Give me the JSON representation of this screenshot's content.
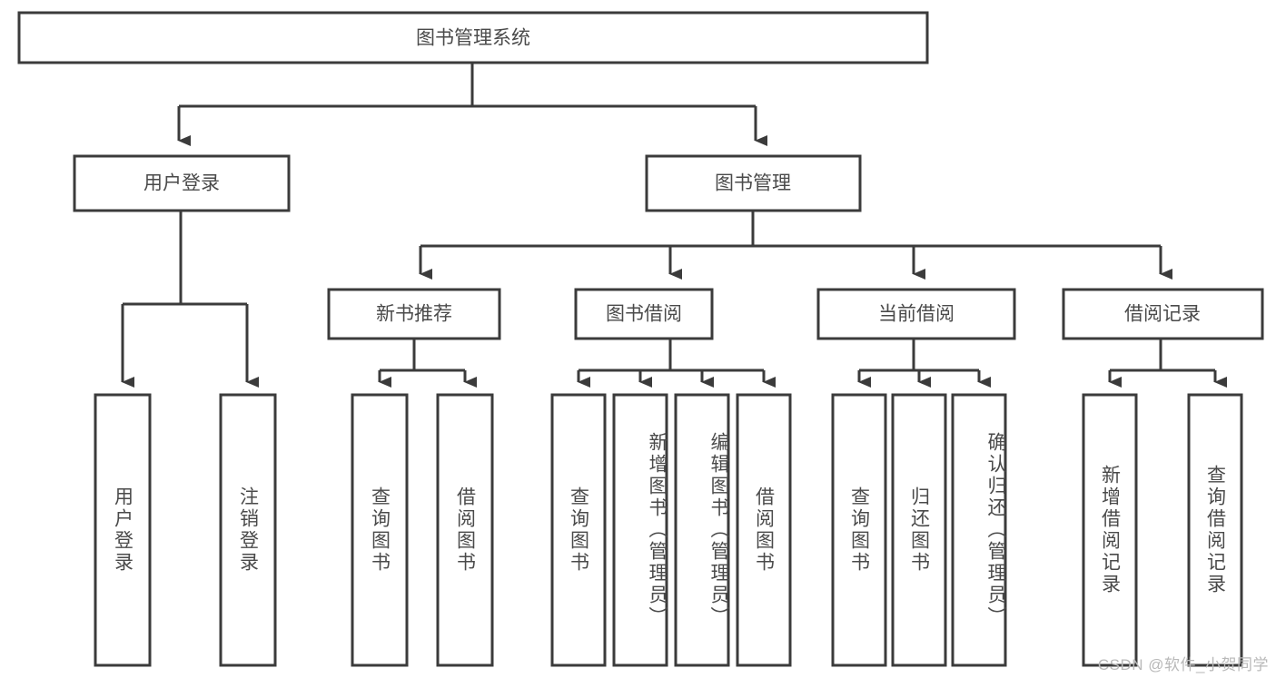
{
  "diagram": {
    "type": "tree-hierarchy",
    "title": "图书管理系统",
    "root": {
      "id": "root",
      "label": "图书管理系统"
    },
    "level1": [
      {
        "id": "user-login",
        "label": "用户登录"
      },
      {
        "id": "book-manage",
        "label": "图书管理"
      }
    ],
    "level2": [
      {
        "id": "new-book-rec",
        "label": "新书推荐",
        "parent": "book-manage"
      },
      {
        "id": "book-borrow",
        "label": "图书借阅",
        "parent": "book-manage"
      },
      {
        "id": "current-borrow",
        "label": "当前借阅",
        "parent": "book-manage"
      },
      {
        "id": "borrow-record",
        "label": "借阅记录",
        "parent": "book-manage"
      }
    ],
    "leaves": [
      {
        "id": "leaf-user-login",
        "label": "用户登录",
        "parent": "user-login"
      },
      {
        "id": "leaf-logout",
        "label": "注销登录",
        "parent": "user-login"
      },
      {
        "id": "leaf-query-book-1",
        "label": "查询图书",
        "parent": "new-book-rec"
      },
      {
        "id": "leaf-borrow-book-1",
        "label": "借阅图书",
        "parent": "new-book-rec"
      },
      {
        "id": "leaf-query-book-2",
        "label": "查询图书",
        "parent": "book-borrow"
      },
      {
        "id": "leaf-add-book",
        "label": "新增图书（管理员）",
        "parent": "book-borrow"
      },
      {
        "id": "leaf-edit-book",
        "label": "编辑图书（管理员）",
        "parent": "book-borrow"
      },
      {
        "id": "leaf-borrow-book-2",
        "label": "借阅图书",
        "parent": "book-borrow"
      },
      {
        "id": "leaf-query-book-3",
        "label": "查询图书",
        "parent": "current-borrow"
      },
      {
        "id": "leaf-return-book",
        "label": "归还图书",
        "parent": "current-borrow"
      },
      {
        "id": "leaf-confirm-return",
        "label": "确认归还（管理员）",
        "parent": "current-borrow"
      },
      {
        "id": "leaf-add-record",
        "label": "新增借阅记录",
        "parent": "borrow-record"
      },
      {
        "id": "leaf-query-record",
        "label": "查询借阅记录",
        "parent": "borrow-record"
      }
    ],
    "colors": {
      "box_stroke": "#3b3b3b",
      "box_fill": "#ffffff",
      "text": "#4a4a4a",
      "connector": "#3b3b3b",
      "background": "#ffffff",
      "watermark": "#b9b9b9"
    }
  },
  "watermark": {
    "text": "CSDN @软件_小贺同学"
  }
}
